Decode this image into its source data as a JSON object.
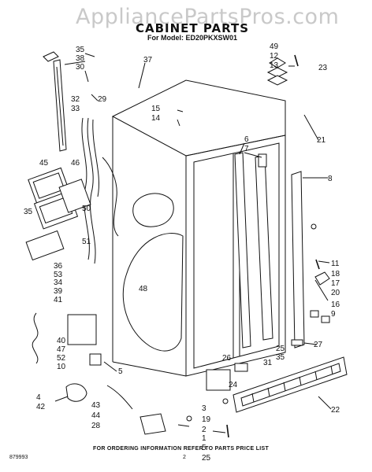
{
  "watermark": "AppliancePartsPros.com",
  "title": "CABINET PARTS",
  "model_line": "For Model: ED20PKXSW01",
  "footer": "FOR ORDERING INFORMATION REFER TO PARTS PRICE LIST",
  "doc_id": "879993",
  "page_number": "2",
  "callouts": [
    "35",
    "38",
    "30",
    "37",
    "32",
    "33",
    "29",
    "49",
    "12",
    "13",
    "23",
    "15",
    "14",
    "21",
    "6",
    "7",
    "8",
    "45",
    "46",
    "35",
    "50",
    "51",
    "11",
    "18",
    "17",
    "20",
    "16",
    "9",
    "36",
    "53",
    "34",
    "39",
    "41",
    "48",
    "40",
    "47",
    "52",
    "10",
    "27",
    "26",
    "31",
    "25",
    "35",
    "5",
    "4",
    "42",
    "43",
    "44",
    "28",
    "24",
    "19",
    "3",
    "2",
    "1",
    "5",
    "25",
    "22"
  ]
}
